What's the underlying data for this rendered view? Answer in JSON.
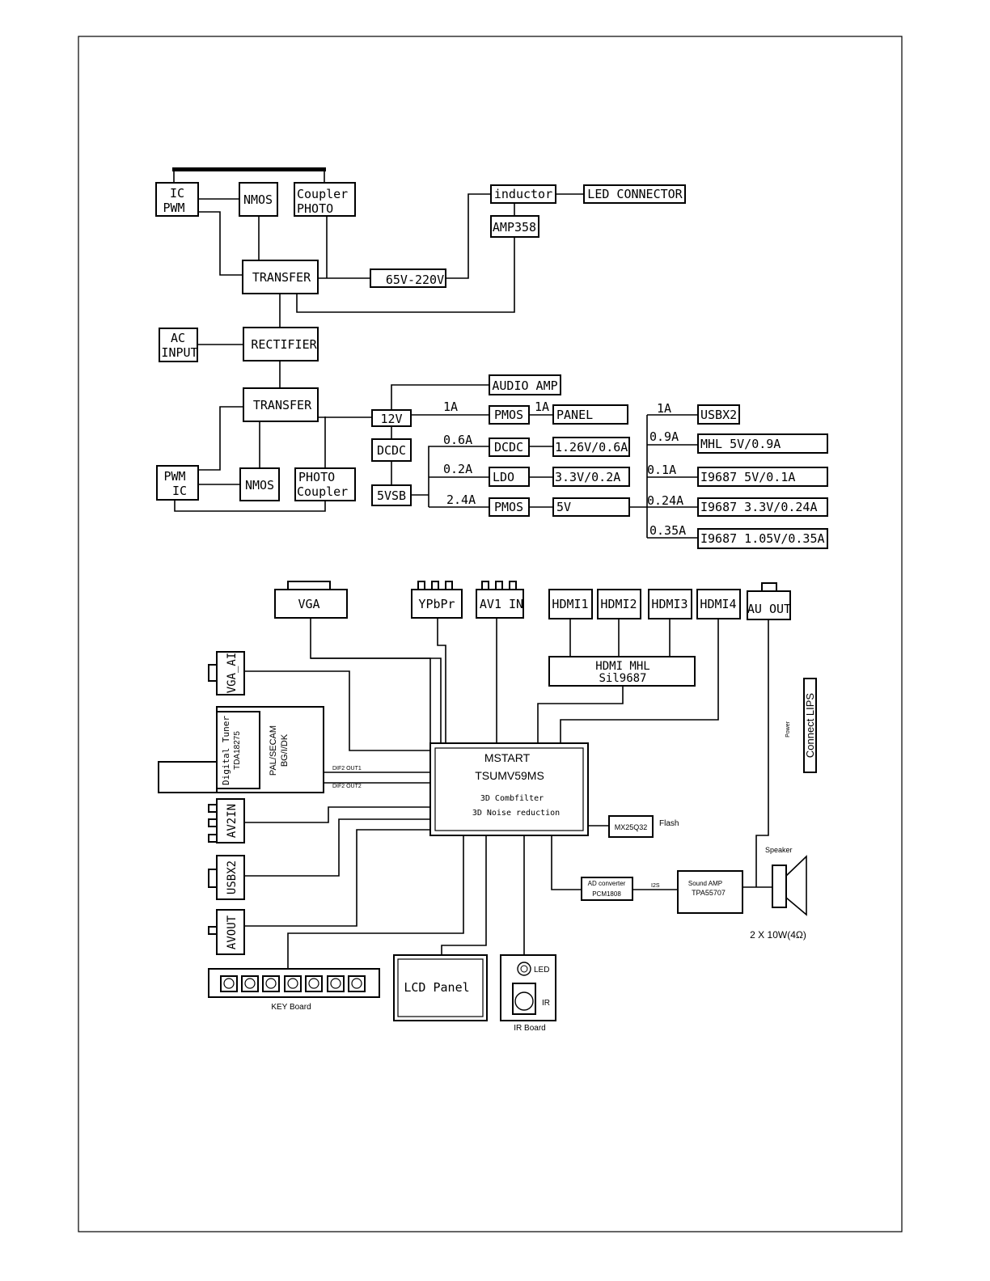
{
  "power": {
    "ic_pwm": [
      "IC",
      "PWM"
    ],
    "nmos_top": "NMOS",
    "coupler_photo": [
      "Coupler",
      "PHOTO"
    ],
    "transfer_top": "TRANSFER",
    "v65_220": "65V-220V",
    "inductor": "inductor",
    "led_connector": "LED CONNECTOR",
    "amp358": "AMP358",
    "ac_input": [
      "AC",
      "INPUT"
    ],
    "rectifier": "RECTIFIER",
    "transfer_bottom": "TRANSFER",
    "pwm_ic": [
      "PWM",
      "IC"
    ],
    "nmos_bottom": "NMOS",
    "photo_coupler": [
      "PHOTO",
      "Coupler"
    ],
    "v12": "12V",
    "dcdc_mid": "DCDC",
    "vsb5": "5VSB",
    "audio_amp": "AUDIO AMP",
    "pmos_panel": "PMOS",
    "panel": "PANEL",
    "lbl_1a_a": "1A",
    "lbl_1a_b": "1A",
    "lbl_06a": "0.6A",
    "lbl_02a": "0.2A",
    "lbl_24a": "2.4A",
    "dcdc_right": "DCDC",
    "ldo": "LDO",
    "pmos_5v": "PMOS",
    "out_126": "1.26V/0.6A",
    "out_33": "3.3V/0.2A",
    "out_5v": "5V",
    "lbl_1a_c": "1A",
    "lbl_09a": "0.9A",
    "lbl_01a": "0.1A",
    "lbl_024a": "0.24A",
    "lbl_035a": "0.35A",
    "usbx2": "USBX2",
    "mhl": "MHL 5V/0.9A",
    "i_5v": "I9687 5V/0.1A",
    "i_33": "I9687 3.3V/0.24A",
    "i_105": "I9687 1.05V/0.35A"
  },
  "signal": {
    "vga": "VGA",
    "ypbpr": "YPbPr",
    "av1_in": "AV1 IN",
    "hdmi1": "HDMI1",
    "hdmi2": "HDMI2",
    "hdmi3": "HDMI3",
    "hdmi4": "HDMI4",
    "au_out": "AU OUT",
    "hdmi_mhl": [
      "HDMI MHL",
      "Sil9687"
    ],
    "vga_ai": "VGA_AI",
    "digital_tuner": [
      "Digital Tuner",
      "TDA18275"
    ],
    "pal_secam": [
      "PAL/SECAM",
      "BG/I/DK"
    ],
    "dif1": "DIF2 OUT1",
    "dif2": "DIF2 OUT2",
    "mstart": "MSTART",
    "tsumv": "TSUMV59MS",
    "comb": "3D Combfilter",
    "noise": "3D Noise reduction",
    "flash_chip": "MX25Q32",
    "flash": "Flash",
    "av2in": "AV2IN",
    "usbx2": "USBX2",
    "avout": "AVOUT",
    "key_board": "KEY Board",
    "lcd_panel": "LCD Panel",
    "led": "LED",
    "ir": "IR",
    "ir_board": "IR Board",
    "ad_converter": [
      "AD converter",
      "PCM1808"
    ],
    "i2s": "I2S",
    "sound_amp": [
      "Sound AMP",
      "TPA55707"
    ],
    "speaker": "Speaker",
    "speaker_rating": "2 X 10W(4Ω)",
    "power_label": "Power",
    "connect_lips": "Connect LIPS"
  }
}
